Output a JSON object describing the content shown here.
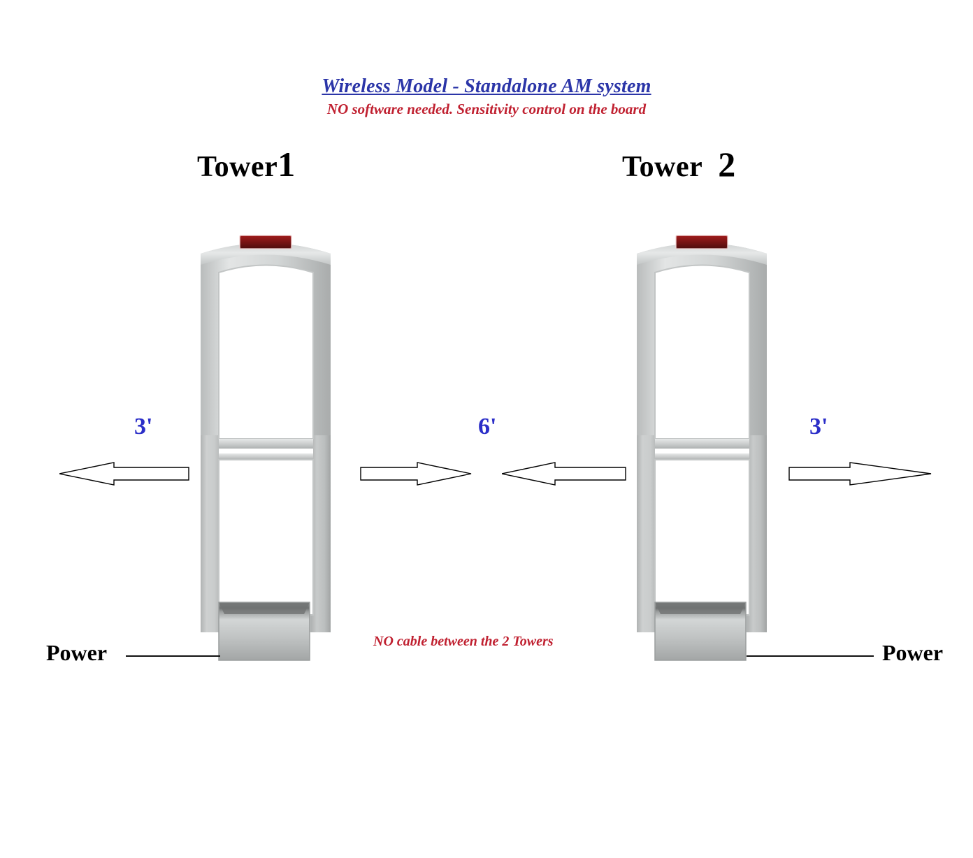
{
  "title": "Wireless Model - Standalone AM system",
  "subtitle": "NO software needed. Sensitivity control on the board",
  "towers": [
    {
      "label_text": "Tower",
      "label_number": "1",
      "indicator": "led-indicator-red",
      "indicator_color": "#7d1414",
      "base": "power-supply-base"
    },
    {
      "label_text": "Tower",
      "label_number": "2",
      "indicator": "led-indicator-red",
      "indicator_color": "#7d1414",
      "base": "power-supply-base"
    }
  ],
  "dimensions": {
    "left": "3'",
    "middle": "6'",
    "right": "3'"
  },
  "power": {
    "left_label": "Power",
    "right_label": "Power"
  },
  "note": "NO cable between the 2 Towers",
  "colors": {
    "title": "#2B35A8",
    "subtitle": "#C02030",
    "dimension": "#2B2EC8",
    "note": "#C02030",
    "tower_body": "#d9dbdb",
    "led": "#7d1414",
    "background": "#ffffff"
  }
}
